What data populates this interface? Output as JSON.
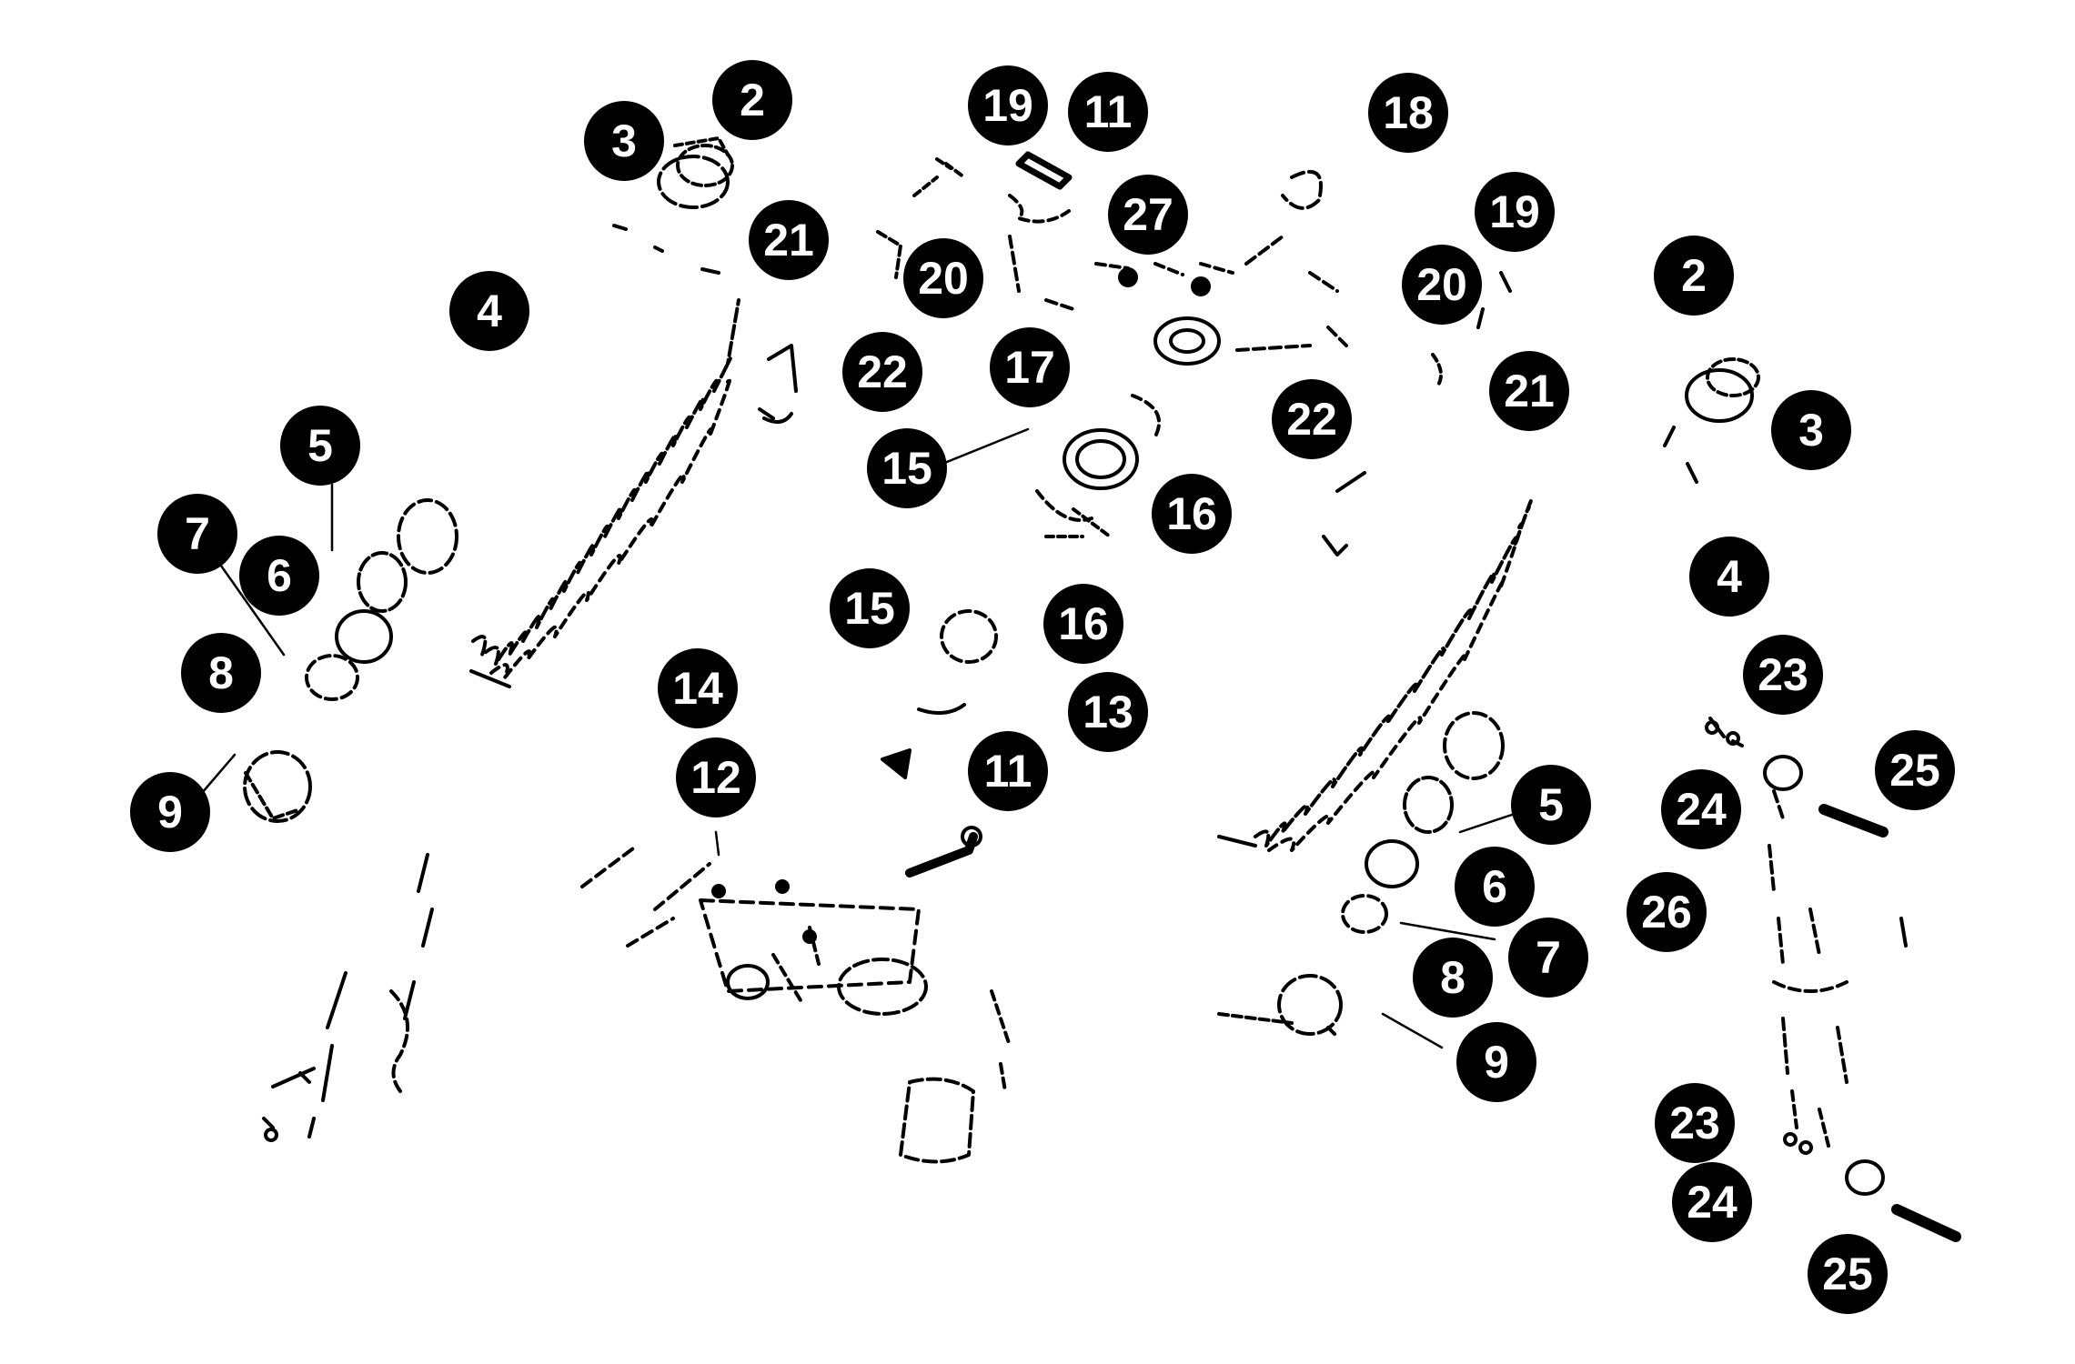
{
  "colors": {
    "callout_fill": "#000000",
    "callout_text": "#ffffff",
    "line": "#000000",
    "background": "#ffffff"
  },
  "callouts": {
    "c1": "2",
    "c2": "3",
    "c3": "19",
    "c4": "11",
    "c5": "18",
    "c6": "27",
    "c7": "21",
    "c8": "20",
    "c9": "4",
    "c10": "19",
    "c11": "20",
    "c12": "2",
    "c13": "22",
    "c14": "17",
    "c15": "21",
    "c16": "5",
    "c17": "15",
    "c18": "22",
    "c19": "3",
    "c20": "16",
    "c21": "7",
    "c22": "6",
    "c23": "4",
    "c24": "15",
    "c25": "16",
    "c26": "8",
    "c27": "14",
    "c28": "23",
    "c29": "13",
    "c30": "12",
    "c31": "11",
    "c32": "9",
    "c33": "25",
    "c34": "5",
    "c35": "24",
    "c36": "6",
    "c37": "26",
    "c38": "7",
    "c39": "8",
    "c40": "9",
    "c41": "23",
    "c42": "24",
    "c43": "25"
  }
}
